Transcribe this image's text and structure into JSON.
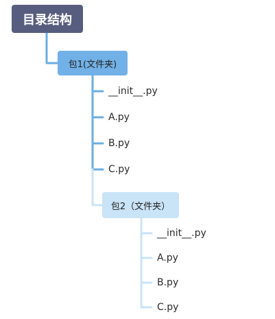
{
  "colors": {
    "root_bg": "#565d7e",
    "package1_bg": "#71b1e7",
    "package2_bg": "#c9e3f7",
    "connector_dark": "#6aaee3",
    "connector_light": "#c9e3f7",
    "text": "#2a2a2a"
  },
  "root": {
    "label": "目录结构"
  },
  "package1": {
    "label": "包1(文件夹)",
    "files": [
      "__init__.py",
      "A.py",
      "B.py",
      "C.py"
    ]
  },
  "package2": {
    "label": "包2（文件夹）",
    "files": [
      "__init__.py",
      "A.py",
      "B.py",
      "C.py"
    ]
  }
}
